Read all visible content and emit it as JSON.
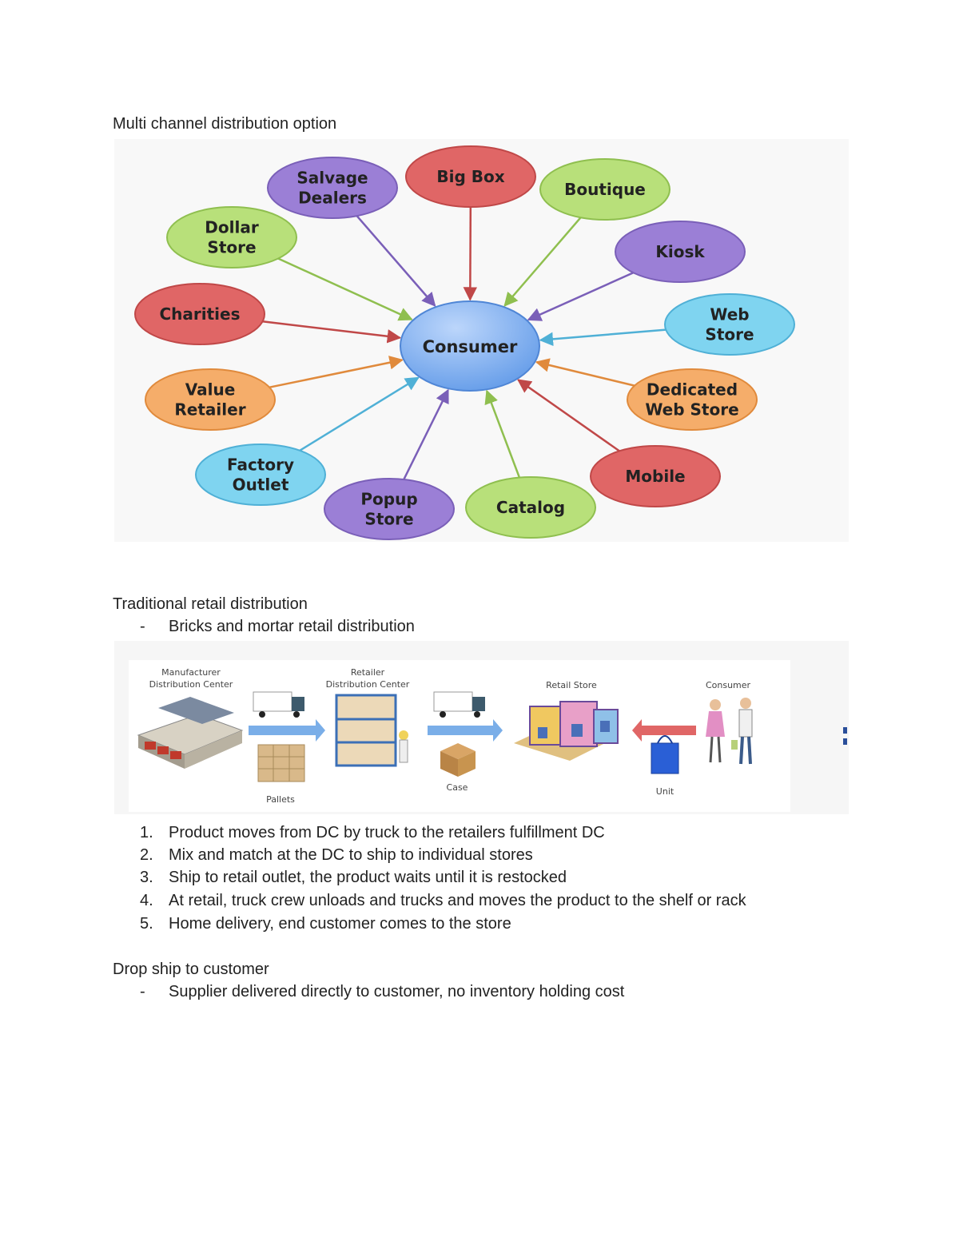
{
  "headings": {
    "multi_channel": "Multi channel distribution option",
    "traditional": "Traditional retail distribution",
    "drop_ship": "Drop ship to customer"
  },
  "bullets": {
    "bricks": "Bricks and mortar retail distribution",
    "supplier": "Supplier delivered directly to customer, no inventory holding cost",
    "dash": "-"
  },
  "steps": [
    {
      "num": "1.",
      "text": "Product moves from DC by truck to the retailers fulfillment DC"
    },
    {
      "num": "2.",
      "text": "Mix and match at the DC to ship to individual stores"
    },
    {
      "num": "3.",
      "text": "Ship to retail outlet, the product waits until it is restocked"
    },
    {
      "num": "4.",
      "text": "At retail, truck crew unloads and trucks and moves the product to the shelf or rack"
    },
    {
      "num": "5.",
      "text": "Home delivery, end customer comes to the store"
    }
  ],
  "channel_diagram": {
    "center": "Consumer",
    "nodes": [
      {
        "lines": [
          "Salvage",
          "Dealers"
        ],
        "color": "#9b7fd6",
        "stroke": "#7a5fb8"
      },
      {
        "lines": [
          "Big Box"
        ],
        "color": "#e06666",
        "stroke": "#c04848"
      },
      {
        "lines": [
          "Boutique"
        ],
        "color": "#b8e07a",
        "stroke": "#8fbf4f"
      },
      {
        "lines": [
          "Dollar",
          "Store"
        ],
        "color": "#b8e07a",
        "stroke": "#8fbf4f"
      },
      {
        "lines": [
          "Kiosk"
        ],
        "color": "#9b7fd6",
        "stroke": "#7a5fb8"
      },
      {
        "lines": [
          "Charities"
        ],
        "color": "#e06666",
        "stroke": "#c04848"
      },
      {
        "lines": [
          "Web",
          "Store"
        ],
        "color": "#7fd4f0",
        "stroke": "#4fb0d6"
      },
      {
        "lines": [
          "Value",
          "Retailer"
        ],
        "color": "#f5ad6a",
        "stroke": "#e08a3c"
      },
      {
        "lines": [
          "Dedicated",
          "Web Store"
        ],
        "color": "#f5ad6a",
        "stroke": "#e08a3c"
      },
      {
        "lines": [
          "Factory",
          "Outlet"
        ],
        "color": "#7fd4f0",
        "stroke": "#4fb0d6"
      },
      {
        "lines": [
          "Mobile"
        ],
        "color": "#e06666",
        "stroke": "#c04848"
      },
      {
        "lines": [
          "Popup",
          "Store"
        ],
        "color": "#9b7fd6",
        "stroke": "#7a5fb8"
      },
      {
        "lines": [
          "Catalog"
        ],
        "color": "#b8e07a",
        "stroke": "#8fbf4f"
      }
    ]
  },
  "flow_diagram": {
    "manufacturer": [
      "Manufacturer",
      "Distribution Center"
    ],
    "retailer": [
      "Retailer",
      "Distribution Center"
    ],
    "store": "Retail Store",
    "consumer": "Consumer",
    "pallets": "Pallets",
    "case": "Case",
    "unit": "Unit"
  }
}
